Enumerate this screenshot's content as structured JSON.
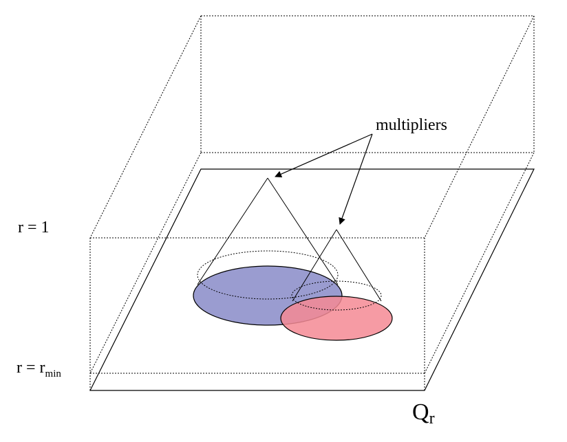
{
  "labels": {
    "multipliers": "multipliers",
    "r_top": "r = 1",
    "r_min_prefix": "r = r",
    "r_min_sub": "min",
    "q_main": "Q",
    "q_sub": "r"
  },
  "colors": {
    "blue_fill": "#9a9cd0",
    "red_fill": "#f58a94",
    "outline": "#000000"
  }
}
